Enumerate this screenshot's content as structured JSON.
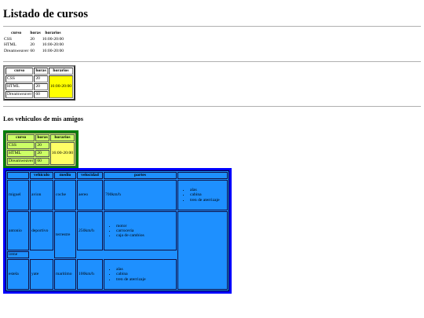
{
  "page_title": "Listado de cursos",
  "cursos_table": {
    "headers": [
      "curso",
      "horas",
      "horarios"
    ],
    "rows": [
      [
        "CSS",
        "20",
        "16:00-20:00"
      ],
      [
        "HTML",
        "20",
        "16:00-20:00"
      ],
      [
        "Dreamweaver",
        "60",
        "16:00-20:00"
      ]
    ]
  },
  "cursos_table_bordered": {
    "headers": [
      "curso",
      "horas",
      "horarios"
    ],
    "rows": [
      [
        "CSS",
        "20"
      ],
      [
        "HTML",
        "20"
      ],
      [
        "Dreamweaver",
        "60"
      ]
    ],
    "merged_horario": "16:00-20:00",
    "highlight_color": "#ffff00"
  },
  "section_title": "Los vehiculos de mis amigos",
  "cursos_table_green": {
    "headers": [
      "curso",
      "horas",
      "horarios"
    ],
    "rows": [
      [
        "CSS",
        "20"
      ],
      [
        "HTML",
        "20"
      ],
      [
        "Dreamweaver",
        "60"
      ]
    ],
    "merged_horario": "16:00-20:00",
    "frame_color": "#008000",
    "fill_color": "#ccff66"
  },
  "vehiculos_table": {
    "headers": [
      "",
      "vehiculo",
      "medio",
      "velocidad",
      "partes",
      ""
    ],
    "miguel": {
      "name": "miguel",
      "vehiculo": "avion",
      "medio": "coche",
      "velocidad": "aereo",
      "partes_text": "700km/h",
      "list": [
        "alas",
        "cabina",
        "tren de aterrizaje"
      ]
    },
    "antonio": {
      "name": "antonio",
      "vehiculo": "deportivo",
      "medio_merged": "terrestre",
      "velocidad": "250km/h",
      "list": [
        "motor",
        "carroceria",
        "caja de cambios"
      ]
    },
    "irene": {
      "name": "irene"
    },
    "estela": {
      "name": "estela",
      "vehiculo": "yate",
      "medio": "maritimo",
      "velocidad": "100km/h",
      "list": [
        "alas",
        "cabina",
        "tren de aterrizaje"
      ]
    },
    "frame_color": "#0000ff",
    "fill_color": "#1e90ff"
  }
}
